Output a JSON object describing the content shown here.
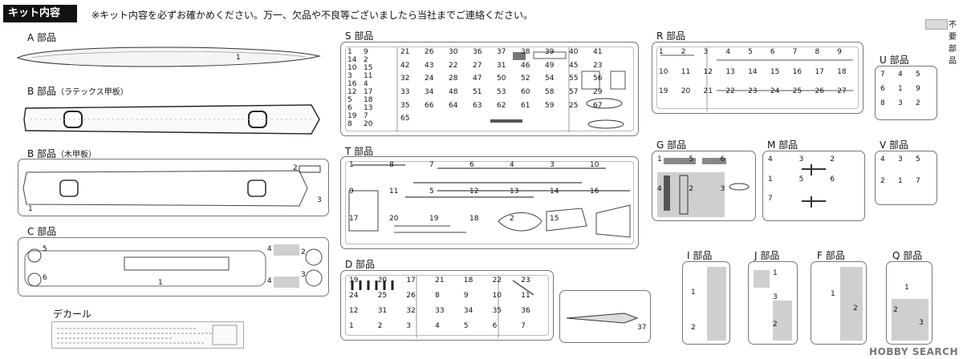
{
  "header": {
    "title": "キット内容",
    "note": "※キット内容を必ずお確かめください。万一、欠品や不良等ございましたら当社までご連絡ください。",
    "legend_unused": "不要部品"
  },
  "groups": {
    "A": "A 部品",
    "B1": "B 部品",
    "B1_sub": "（ラテックス甲板）",
    "B2": "B 部品",
    "B2_sub": "（木甲板）",
    "C": "C 部品",
    "decal": "デカール",
    "S": "S 部品",
    "T": "T 部品",
    "D": "D 部品",
    "R": "R 部品",
    "U": "U 部品",
    "G": "G 部品",
    "M": "M 部品",
    "V": "V 部品",
    "I": "I 部品",
    "J": "J 部品",
    "F": "F 部品",
    "Q": "Q 部品"
  },
  "numbers": {
    "A": [
      "1"
    ],
    "B2": [
      "2",
      "3",
      "1"
    ],
    "C": [
      "5",
      "6",
      "1",
      "4",
      "2",
      "4",
      "3"
    ],
    "S": [
      "21",
      "26",
      "30",
      "36",
      "37",
      "38",
      "39",
      "40",
      "41",
      "42",
      "43",
      "22",
      "27",
      "31",
      "46",
      "49",
      "45",
      "23",
      "32",
      "24",
      "28",
      "47",
      "50",
      "52",
      "54",
      "55",
      "56",
      "33",
      "34",
      "48",
      "51",
      "53",
      "60",
      "58",
      "57",
      "29",
      "35",
      "66",
      "64",
      "63",
      "62",
      "61",
      "59",
      "25",
      "67",
      "65",
      "1",
      "9",
      "14",
      "2",
      "10",
      "15",
      "3",
      "11",
      "16",
      "4",
      "12",
      "17",
      "5",
      "18",
      "6",
      "13",
      "19",
      "7",
      "8",
      "20"
    ],
    "T": [
      "1",
      "8",
      "7",
      "6",
      "4",
      "3",
      "10",
      "9",
      "11",
      "5",
      "12",
      "13",
      "14",
      "16",
      "17",
      "20",
      "19",
      "18",
      "2",
      "15"
    ],
    "D": [
      "19",
      "20",
      "17",
      "21",
      "18",
      "22",
      "23",
      "24",
      "25",
      "26",
      "8",
      "9",
      "10",
      "11",
      "12",
      "31",
      "32",
      "33",
      "34",
      "35",
      "36",
      "1",
      "2",
      "3",
      "4",
      "5",
      "6",
      "7",
      "37"
    ],
    "R": [
      "1",
      "2",
      "3",
      "4",
      "5",
      "6",
      "7",
      "8",
      "9",
      "10",
      "11",
      "12",
      "13",
      "14",
      "15",
      "16",
      "17",
      "18",
      "19",
      "20",
      "21",
      "22",
      "23",
      "24",
      "25",
      "26",
      "27"
    ],
    "U": [
      "7",
      "4",
      "5",
      "6",
      "1",
      "9",
      "8",
      "3",
      "2"
    ],
    "G": [
      "1",
      "5",
      "6",
      "4",
      "2",
      "3"
    ],
    "M": [
      "4",
      "3",
      "2",
      "1",
      "5",
      "6",
      "7"
    ],
    "V": [
      "4",
      "3",
      "5",
      "2",
      "1",
      "7"
    ],
    "I": [
      "1",
      "2"
    ],
    "J": [
      "1",
      "3",
      "2"
    ],
    "F": [
      "1",
      "2"
    ],
    "Q": [
      "1",
      "2",
      "3"
    ]
  },
  "watermark": "HOBBY SEARCH"
}
